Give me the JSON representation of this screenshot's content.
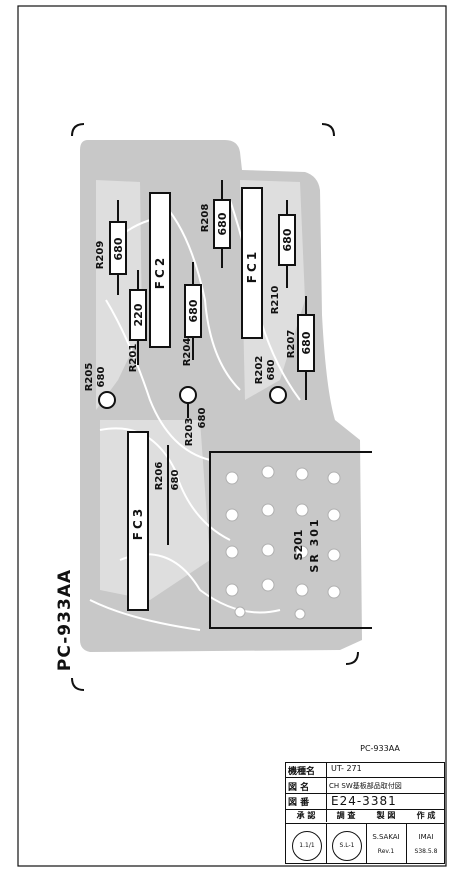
{
  "board_id": "PC-933AA",
  "components": {
    "resistors": [
      {
        "ref": "R209",
        "value": "680"
      },
      {
        "ref": "R201",
        "value": "220"
      },
      {
        "ref": "R204",
        "value": "680"
      },
      {
        "ref": "R208",
        "value": "680"
      },
      {
        "ref": "R210",
        "value": "680"
      },
      {
        "ref": "R207",
        "value": "680"
      },
      {
        "ref": "R205",
        "value": "680"
      },
      {
        "ref": "R203",
        "value": "680"
      },
      {
        "ref": "R202",
        "value": "680"
      },
      {
        "ref": "R206",
        "value": "680"
      }
    ],
    "connectors": [
      "FC2",
      "FC1",
      "FC3"
    ],
    "switch": {
      "ref": "S201",
      "type": "SR 301"
    }
  },
  "title_block": {
    "top_label": "PC-933AA",
    "model_label": "機種名",
    "model_value": "UT- 271",
    "name_label": "図 名",
    "name_value": "CH SW基板部品取付図",
    "number_label": "図 番",
    "number_value": "E24-3381",
    "sign_row": [
      "承 認",
      "調 査",
      "製 図",
      "作 成"
    ],
    "stamp1": "S.L-1",
    "stamp2": "1.1/1",
    "designer": "S.SAKAI",
    "checker": "IMAI",
    "rev": "Rev.1",
    "date": "S38.5.8"
  }
}
